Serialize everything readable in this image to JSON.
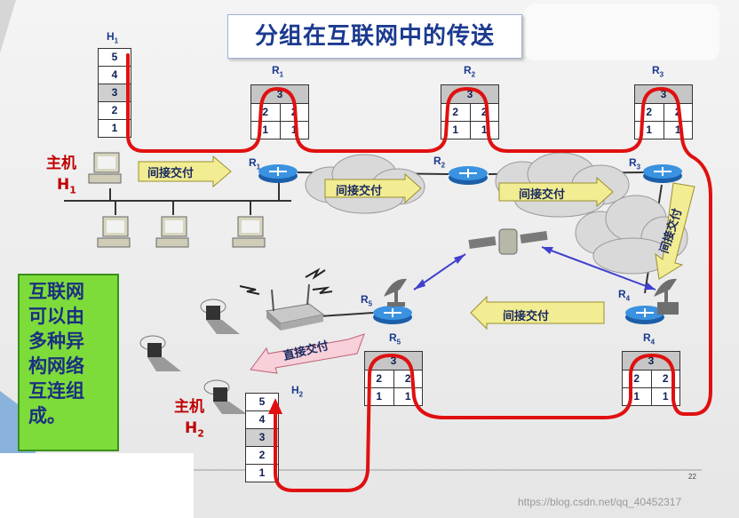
{
  "title": "分组在互联网中的传送",
  "h1": {
    "name": "H",
    "sub": "1",
    "layers": [
      "5",
      "4",
      "3",
      "2",
      "1"
    ]
  },
  "h2": {
    "name": "H",
    "sub": "2",
    "layers": [
      "5",
      "4",
      "3",
      "2",
      "1"
    ]
  },
  "routers": [
    {
      "name": "R",
      "sub": "1",
      "top": "3",
      "rows": [
        [
          "2",
          "2"
        ],
        [
          "1",
          "1"
        ]
      ]
    },
    {
      "name": "R",
      "sub": "2",
      "top": "3",
      "rows": [
        [
          "2",
          "2"
        ],
        [
          "1",
          "1"
        ]
      ]
    },
    {
      "name": "R",
      "sub": "3",
      "top": "3",
      "rows": [
        [
          "2",
          "2"
        ],
        [
          "1",
          "1"
        ]
      ]
    },
    {
      "name": "R",
      "sub": "5",
      "top": "3",
      "rows": [
        [
          "2",
          "2"
        ],
        [
          "1",
          "1"
        ]
      ]
    },
    {
      "name": "R",
      "sub": "4",
      "top": "3",
      "rows": [
        [
          "2",
          "2"
        ],
        [
          "1",
          "1"
        ]
      ]
    }
  ],
  "router_icon_labels": [
    {
      "name": "R",
      "sub": "1"
    },
    {
      "name": "R",
      "sub": "2"
    },
    {
      "name": "R",
      "sub": "3"
    },
    {
      "name": "R",
      "sub": "5"
    },
    {
      "name": "R",
      "sub": "4"
    }
  ],
  "host1_label": {
    "line1": "主机",
    "line2": "H",
    "sub": "1"
  },
  "host2_label": {
    "line1": "主机",
    "line2": "H",
    "sub": "2"
  },
  "arrows": {
    "indirect": "间接交付",
    "direct": "直接交付"
  },
  "info_text": "互联网\n可以由\n多种异\n构网络\n互连组\n成。",
  "page_number": "22",
  "watermark": "https://blog.csdn.net/qq_40452317",
  "colors": {
    "path": "#e01010",
    "title_text": "#1b3a8f",
    "info_bg": "#7ddc3a",
    "arrow_fill": "#f2ec92",
    "router": "#2a7fd0",
    "link": "#4040d0",
    "host_label": "#c00000"
  }
}
